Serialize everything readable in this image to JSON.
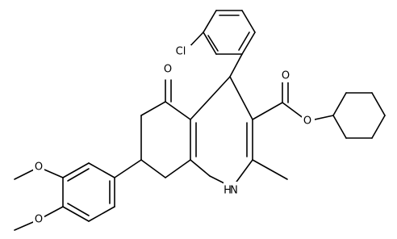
{
  "atom_labels": {
    "cl": "Cl",
    "o_ketone": "O",
    "o_ester_carbonyl": "O",
    "o_ester_link": "O",
    "nh": "H",
    "nh_n": "N",
    "o_methoxy_upper": "O",
    "o_methoxy_lower": "O"
  },
  "colors": {
    "bond": "#000000",
    "text": "#000000",
    "background": "#ffffff"
  }
}
